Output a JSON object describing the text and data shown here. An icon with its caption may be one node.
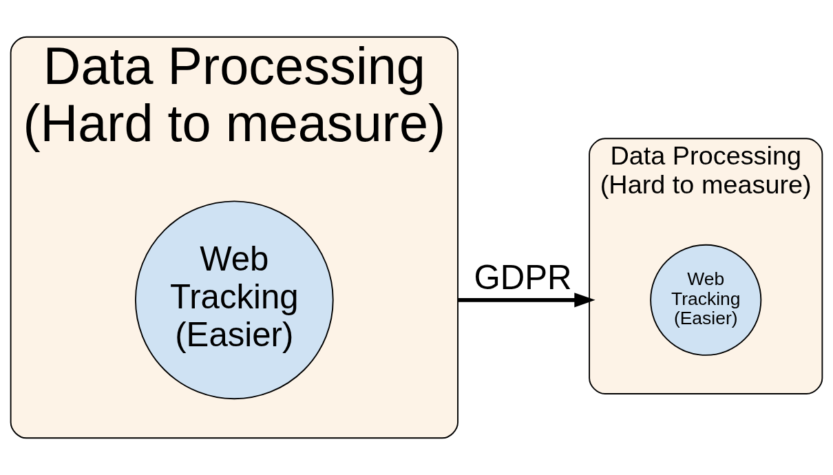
{
  "diagram": {
    "nodes": [
      {
        "text": [
          "Data Processing (Hard to measure)"
        ]
      },
      {
        "text": [
          "Web Tracking (Easier)"
        ],
        "in": 0
      },
      {
        "text": [
          "Data Processing (Hard to measure)"
        ]
      },
      {
        "text": [
          "Web Tracking (Easier)"
        ],
        "in": 2
      }
    ],
    "edges": [
      {
        "from": 0,
        "to": 2,
        "arrow": "to",
        "label": "GDPR"
      }
    ]
  }
}
